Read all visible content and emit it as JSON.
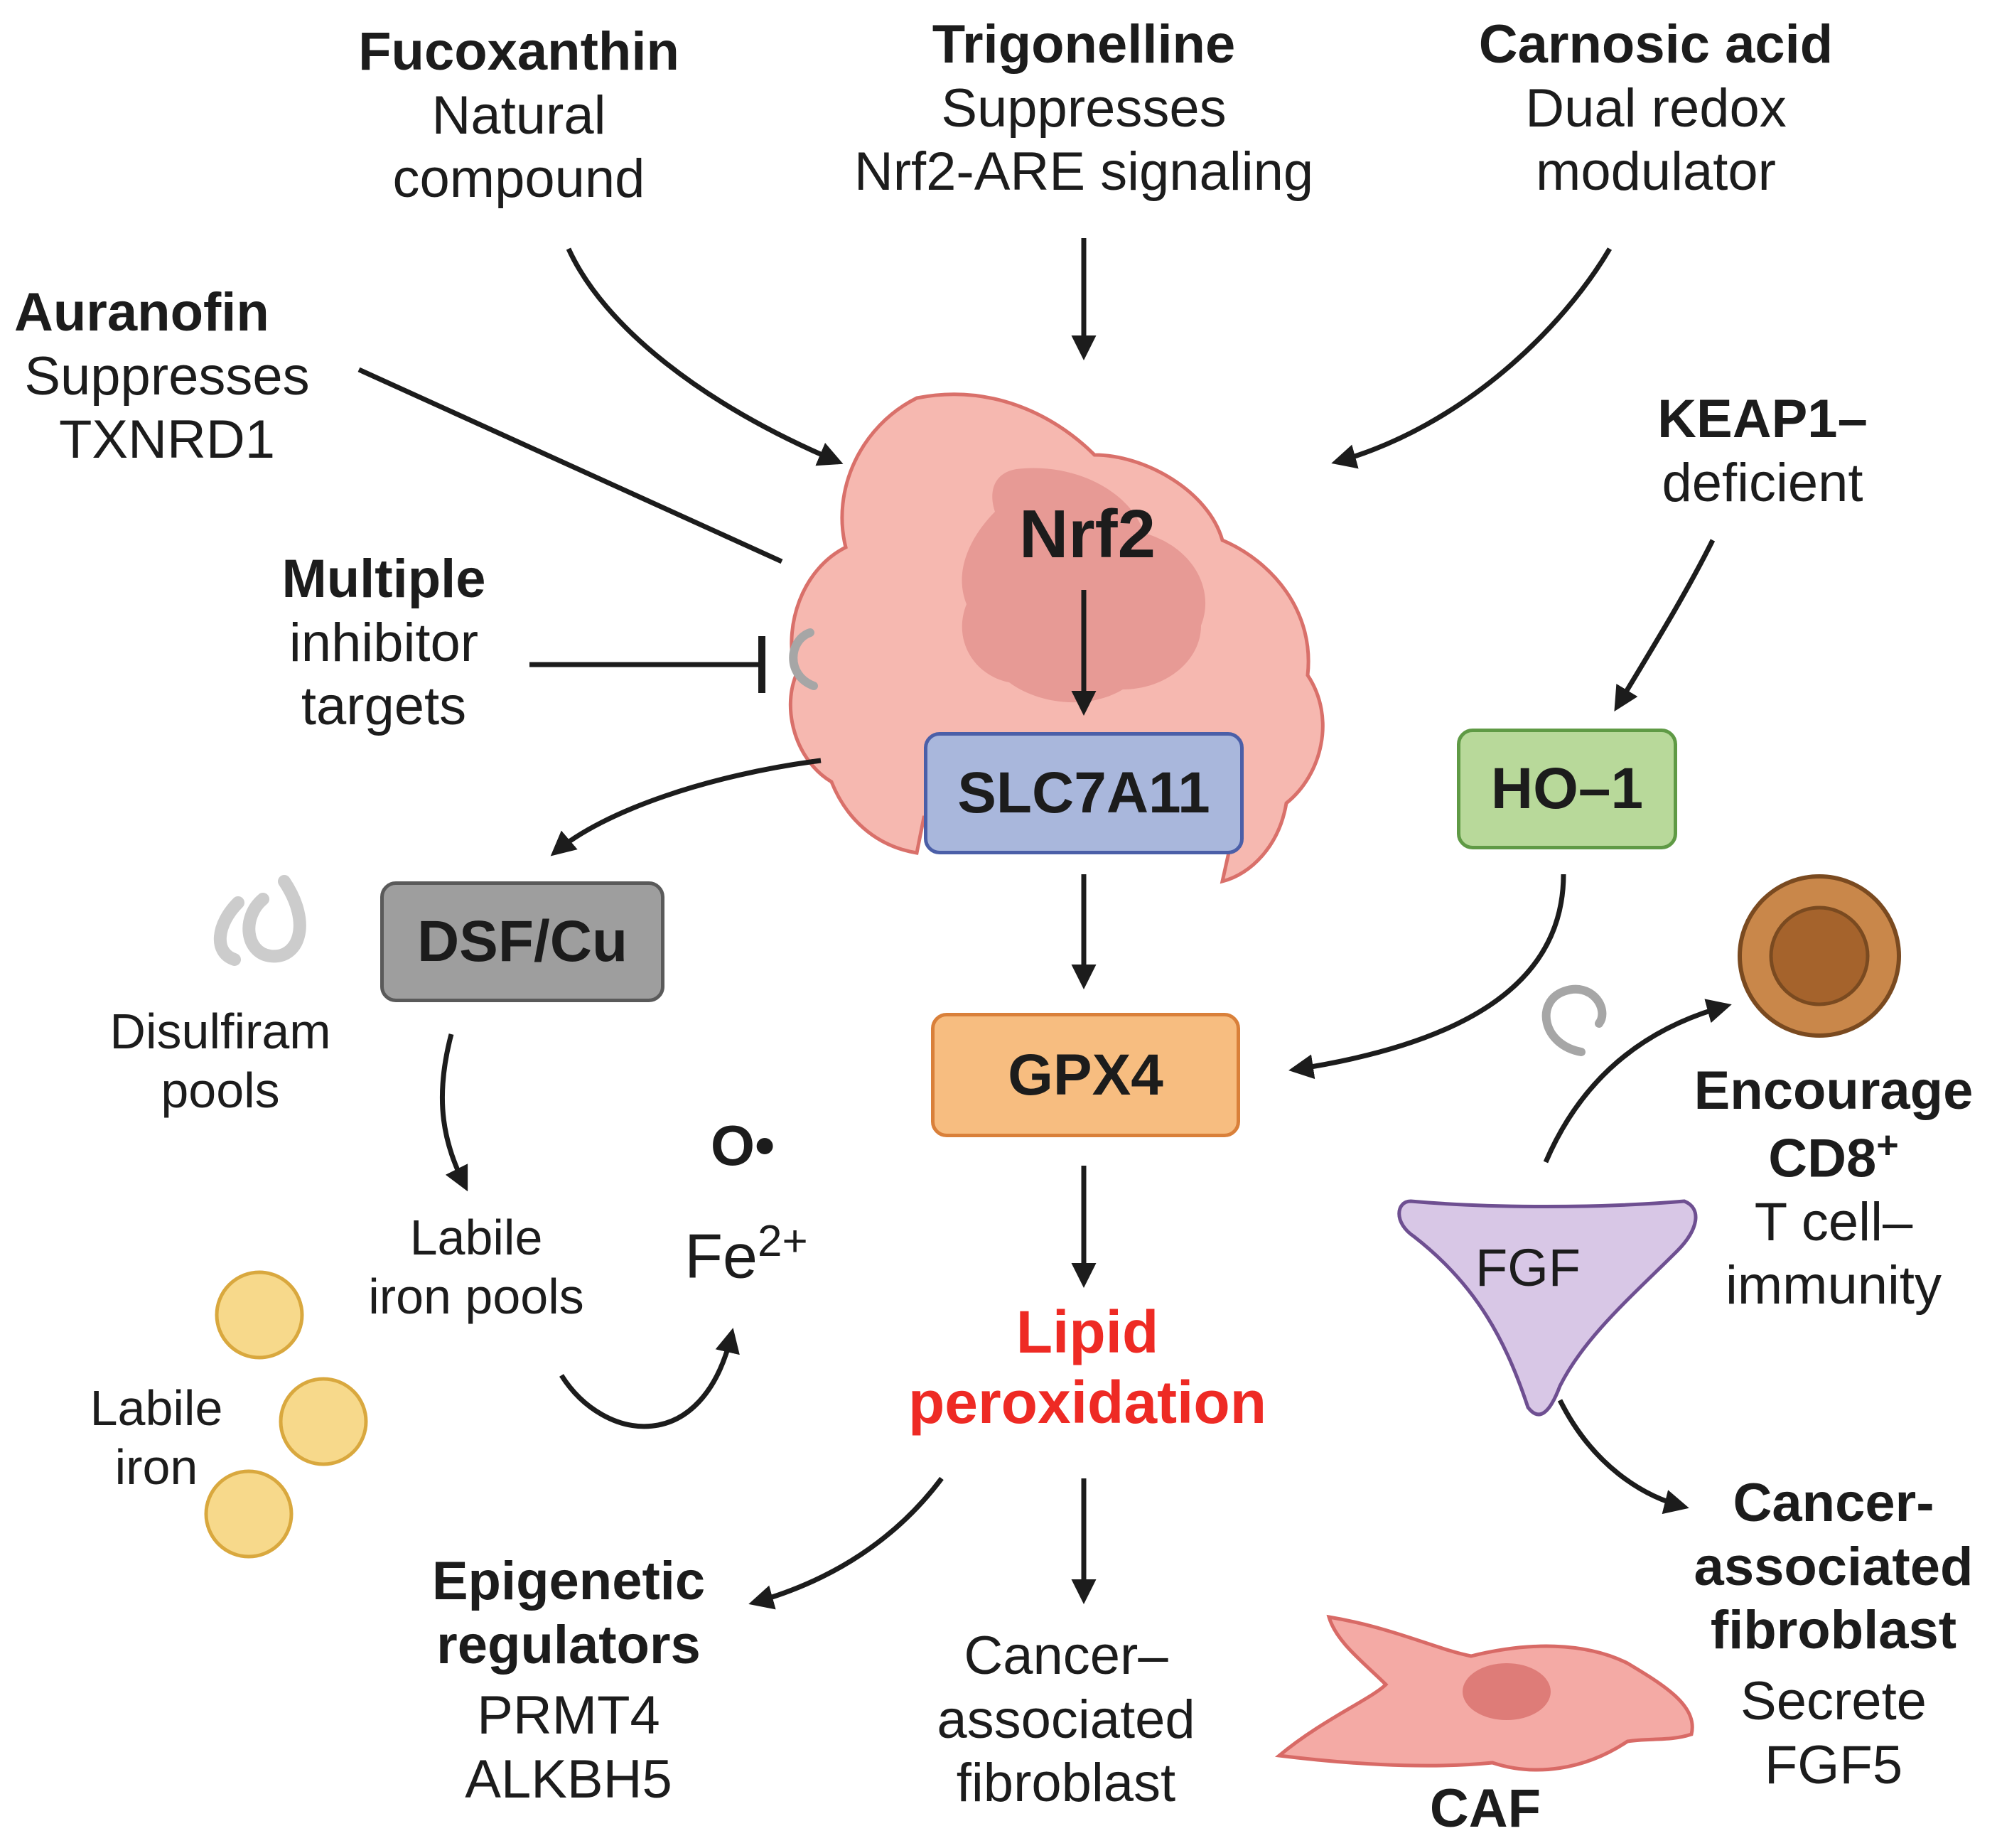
{
  "fucoxanthin": {
    "title": "Fucoxanthin",
    "line1": "Natural",
    "line2": "compound"
  },
  "trigonelline": {
    "title": "Trigonelline",
    "line1": "Suppresses",
    "line2": "Nrf2-ARE signaling"
  },
  "carnosic": {
    "title": "Carnosic acid",
    "line1": "Dual redox",
    "line2": "modulator"
  },
  "auranofin": {
    "title": "Auranofin",
    "line1": "Suppresses",
    "line2": "TXNRD1"
  },
  "multiple": {
    "title": "Multiple",
    "line1": "inhibitor",
    "line2": "targets"
  },
  "keap1": {
    "title": "KEAP1–",
    "line1": "deficient"
  },
  "nodes": {
    "nrf2": "Nrf2",
    "slc7a11": "SLC7A11",
    "ho1": "HO–1",
    "dsfcu": "DSF/Cu",
    "gpx4": "GPX4",
    "fgf": "FGF",
    "radical": "O•"
  },
  "fe": {
    "base": "Fe",
    "sup": "2+"
  },
  "disulfiram": {
    "line1": "Disulfiram",
    "line2": "pools"
  },
  "labile_pools": {
    "line1": "Labile",
    "line2": "iron pools"
  },
  "labile_iron": {
    "line1": "Labile",
    "line2": "iron"
  },
  "lipid": {
    "line1": "Lipid",
    "line2": "peroxidation"
  },
  "epigenetic": {
    "line1": "Epigenetic",
    "line2": "regulators",
    "line3": "PRMT4",
    "line4": "ALKBH5"
  },
  "caf_mid": {
    "line1": "Cancer–",
    "line2": "associated",
    "line3": "fibroblast"
  },
  "caf_label": "CAF",
  "cd8": {
    "line1": "Encourage",
    "line2": "CD8",
    "line2_sup": "+",
    "line3": "T cell–",
    "line4": "immunity"
  },
  "caf_right": {
    "line1": "Cancer-",
    "line2": "associated",
    "line3": "fibroblast",
    "line4": "Secrete",
    "line5": "FGF5"
  },
  "colors": {
    "cell_fill": "#f6b8b0",
    "cell_stroke": "#d9706a",
    "nucleus": "#e79a95",
    "slc_fill": "#a9b7dc",
    "slc_stroke": "#4b5fa8",
    "ho1_fill": "#b8d99a",
    "ho1_stroke": "#5f9a45",
    "dsf_fill": "#9e9e9e",
    "dsf_stroke": "#5a5a5a",
    "gpx4_fill": "#f7bd80",
    "gpx4_stroke": "#d9803a",
    "fgf_fill": "#d8c7e6",
    "fgf_stroke": "#6e4f91",
    "iron_fill": "#f7d98b",
    "iron_stroke": "#d9a83e",
    "tcell_outer": "#c9874a",
    "tcell_inner": "#a5632c",
    "caf_fill": "#f4aaa5",
    "caf_stroke": "#d86a66",
    "lipid_text": "#ee2a24"
  }
}
